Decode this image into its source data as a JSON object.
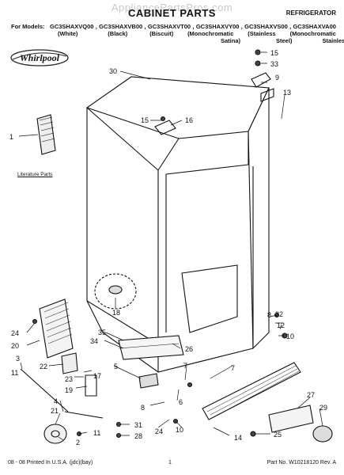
{
  "watermark": "AppliancePartsPros.com",
  "header": {
    "title": "CABINET PARTS",
    "appliance_type": "REFRIGERATOR",
    "models_label": "For Models:",
    "models": [
      {
        "code": "GC3SHAXVQ00",
        "finish": "(White)"
      },
      {
        "code": "GC3SHAXVB00",
        "finish": "(Black)"
      },
      {
        "code": "GC3SHAXVT00",
        "finish": "(Biscuit)"
      },
      {
        "code": "GC3SHAXVY00",
        "finish": "(Monochromatic",
        "finish2": "Satina)"
      },
      {
        "code": "GC3SHAXVS00",
        "finish": "(Stainless",
        "finish2": "Steel)"
      },
      {
        "code": "GC3SHAXVA00",
        "finish": "(Monochromatic",
        "finish2": "Stainless)"
      }
    ]
  },
  "logo": {
    "text": "Whirlpool"
  },
  "literature_label": "Literature Parts",
  "callouts": [
    "30",
    "15",
    "33",
    "9",
    "13",
    "15",
    "16",
    "1",
    "18",
    "24",
    "20",
    "3",
    "11",
    "22",
    "23",
    "17",
    "19",
    "4",
    "21",
    "5",
    "35",
    "34",
    "26",
    "8",
    "32",
    "12",
    "10",
    "7",
    "7",
    "6",
    "8",
    "31",
    "24",
    "10",
    "28",
    "11",
    "2",
    "27",
    "29",
    "14",
    "25"
  ],
  "footer": {
    "printed": "08 - 08 Printed In U.S.A. (jdc)(bay)",
    "page": "1",
    "part_no": "Part No. W10218120 Rev. A"
  }
}
